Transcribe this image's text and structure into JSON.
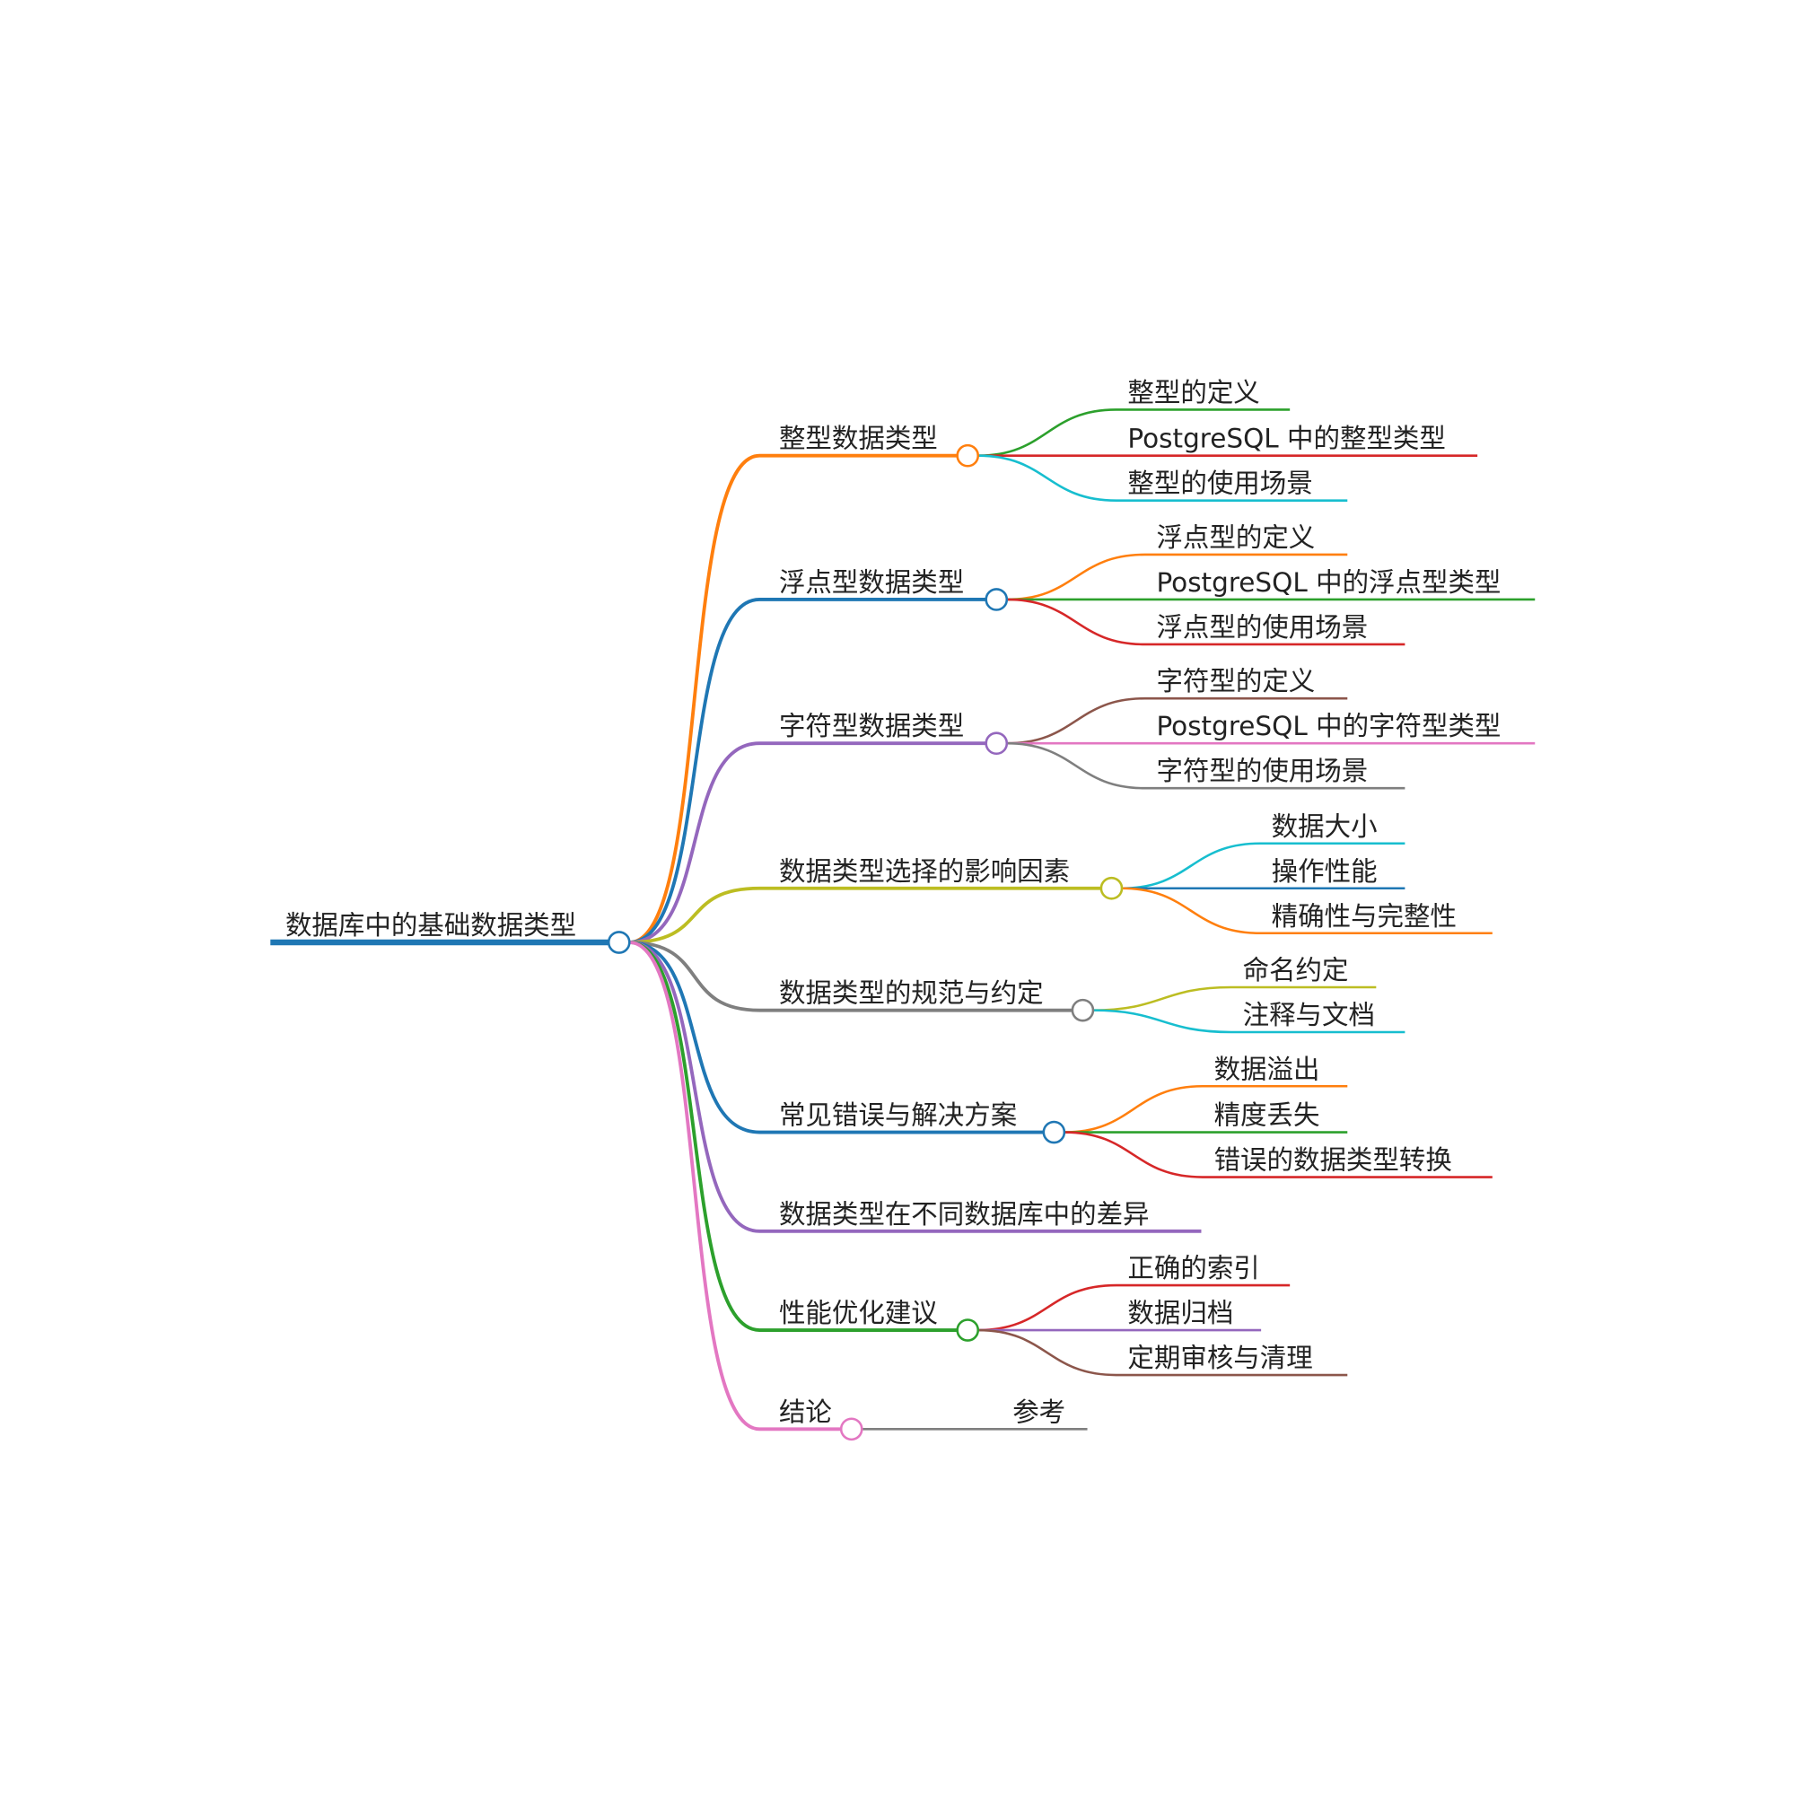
{
  "root": {
    "label": "数据库中的基础数据类型",
    "color": "#1f77b4"
  },
  "branches": [
    {
      "label": "整型数据类型",
      "color": "#ff7f0e",
      "children": [
        {
          "label": "整型的定义",
          "color": "#2ca02c"
        },
        {
          "label": "PostgreSQL 中的整型类型",
          "color": "#d62728"
        },
        {
          "label": "整型的使用场景",
          "color": "#17becf"
        }
      ]
    },
    {
      "label": "浮点型数据类型",
      "color": "#1f77b4",
      "children": [
        {
          "label": "浮点型的定义",
          "color": "#ff7f0e"
        },
        {
          "label": "PostgreSQL 中的浮点型类型",
          "color": "#2ca02c"
        },
        {
          "label": "浮点型的使用场景",
          "color": "#d62728"
        }
      ]
    },
    {
      "label": "字符型数据类型",
      "color": "#9467bd",
      "children": [
        {
          "label": "字符型的定义",
          "color": "#8c564b"
        },
        {
          "label": "PostgreSQL 中的字符型类型",
          "color": "#e377c2"
        },
        {
          "label": "字符型的使用场景",
          "color": "#7f7f7f"
        }
      ]
    },
    {
      "label": "数据类型选择的影响因素",
      "color": "#bcbd22",
      "children": [
        {
          "label": "数据大小",
          "color": "#17becf"
        },
        {
          "label": "操作性能",
          "color": "#1f77b4"
        },
        {
          "label": "精确性与完整性",
          "color": "#ff7f0e"
        }
      ]
    },
    {
      "label": "数据类型的规范与约定",
      "color": "#7f7f7f",
      "children": [
        {
          "label": "命名约定",
          "color": "#bcbd22"
        },
        {
          "label": "注释与文档",
          "color": "#17becf"
        }
      ]
    },
    {
      "label": "常见错误与解决方案",
      "color": "#1f77b4",
      "children": [
        {
          "label": "数据溢出",
          "color": "#ff7f0e"
        },
        {
          "label": "精度丢失",
          "color": "#2ca02c"
        },
        {
          "label": "错误的数据类型转换",
          "color": "#d62728"
        }
      ]
    },
    {
      "label": "数据类型在不同数据库中的差异",
      "color": "#9467bd",
      "children": []
    },
    {
      "label": "性能优化建议",
      "color": "#2ca02c",
      "children": [
        {
          "label": "正确的索引",
          "color": "#d62728"
        },
        {
          "label": "数据归档",
          "color": "#9467bd"
        },
        {
          "label": "定期审核与清理",
          "color": "#8c564b"
        }
      ]
    },
    {
      "label": "结论",
      "color": "#e377c2",
      "children": [
        {
          "label": "参考",
          "color": "#7f7f7f"
        }
      ]
    }
  ]
}
